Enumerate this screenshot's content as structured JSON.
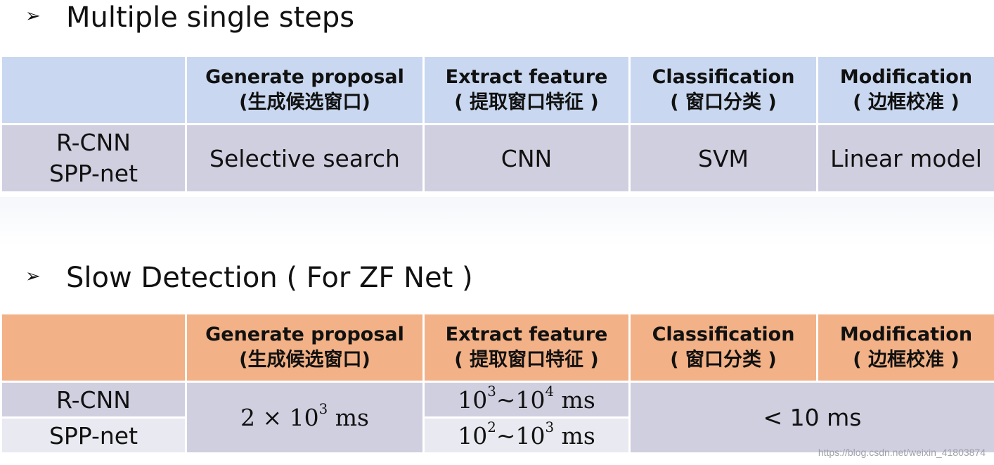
{
  "section1": {
    "heading": "Multiple single steps",
    "headers": [
      "",
      {
        "line1": "Generate proposal",
        "line2": "(生成候选窗口)"
      },
      {
        "line1": "Extract feature",
        "line2": "( 提取窗口特征 )"
      },
      {
        "line1": "Classification",
        "line2": "( 窗口分类 )"
      },
      {
        "line1": "Modification",
        "line2": "( 边框校准 )"
      }
    ],
    "row": {
      "label_line1": "R-CNN",
      "label_line2": "SPP-net",
      "proposal": "Selective search",
      "feature": "CNN",
      "classification": "SVM",
      "modification": "Linear model"
    }
  },
  "section2": {
    "heading": "Slow Detection ( For ZF Net )",
    "headers": [
      "",
      {
        "line1": "Generate proposal",
        "line2": "(生成候选窗口)"
      },
      {
        "line1": "Extract feature",
        "line2": "( 提取窗口特征 )"
      },
      {
        "line1": "Classification",
        "line2": "( 窗口分类 )"
      },
      {
        "line1": "Modification",
        "line2": "( 边框校准 )"
      }
    ],
    "rows": [
      {
        "label": "R-CNN",
        "feature": {
          "base1": "10",
          "exp1": "3",
          "sep": "~",
          "base2": "10",
          "exp2": "4",
          "unit": " ms"
        }
      },
      {
        "label": "SPP-net",
        "feature": {
          "base1": "10",
          "exp1": "2",
          "sep": "~",
          "base2": "10",
          "exp2": "3",
          "unit": " ms"
        }
      }
    ],
    "proposal": {
      "coef": "2 × 10",
      "exp": "3",
      "unit": " ms"
    },
    "classification_modification": "< 10 ms"
  },
  "watermark": "https://blog.csdn.net/weixin_41803874",
  "colors": {
    "table1_header": "#c9d8f0",
    "table2_header": "#f2b186",
    "body_row": "#d0cfe0",
    "body_row_light": "#e9e9f1"
  }
}
